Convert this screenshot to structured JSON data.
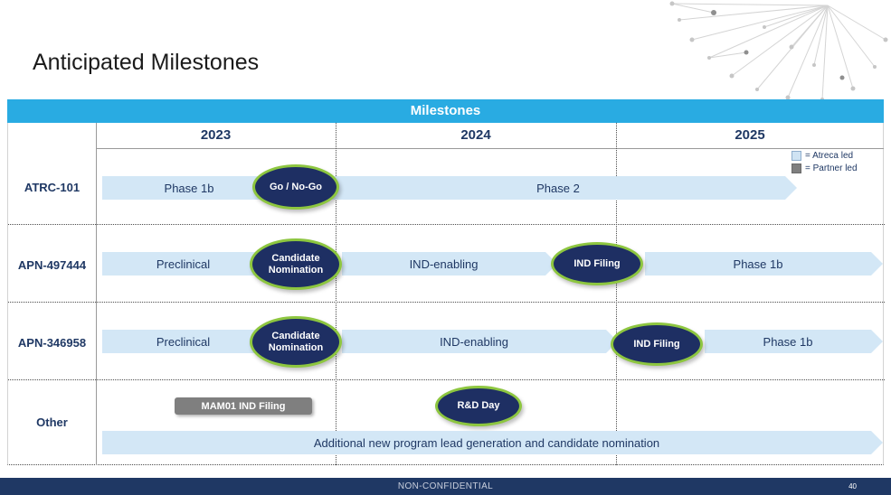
{
  "title": "Anticipated Milestones",
  "milestones_header": "Milestones",
  "years": [
    "2023",
    "2024",
    "2025"
  ],
  "legend": {
    "atreca": "= Atreca led",
    "partner": "= Partner led"
  },
  "rows": [
    {
      "label": "ATRC-101",
      "bars": [
        "Phase 1b",
        "Phase 2"
      ],
      "ovals": [
        "Go / No-Go"
      ]
    },
    {
      "label": "APN-497444",
      "bars": [
        "Preclinical",
        "IND-enabling",
        "Phase 1b"
      ],
      "ovals": [
        "Candidate Nomination",
        "IND Filing"
      ]
    },
    {
      "label": "APN-346958",
      "bars": [
        "Preclinical",
        "IND-enabling",
        "Phase 1b"
      ],
      "ovals": [
        "Candidate Nomination",
        "IND Filing"
      ]
    },
    {
      "label": "Other",
      "gray_box": "MAM01 IND Filing",
      "bars": [
        "Additional new program lead generation and candidate nomination"
      ],
      "ovals": [
        "R&D Day"
      ]
    }
  ],
  "footer": {
    "classification": "NON-CONFIDENTIAL",
    "page_number": "40"
  },
  "colors": {
    "header_cyan": "#29abe2",
    "bar_light_blue": "#d3e7f6",
    "milestone_navy": "#1e2f63",
    "milestone_green_border": "#8dc63f",
    "text_navy": "#1f3864",
    "partner_gray": "#7f7f7f",
    "footer_navy": "#1f3864"
  }
}
